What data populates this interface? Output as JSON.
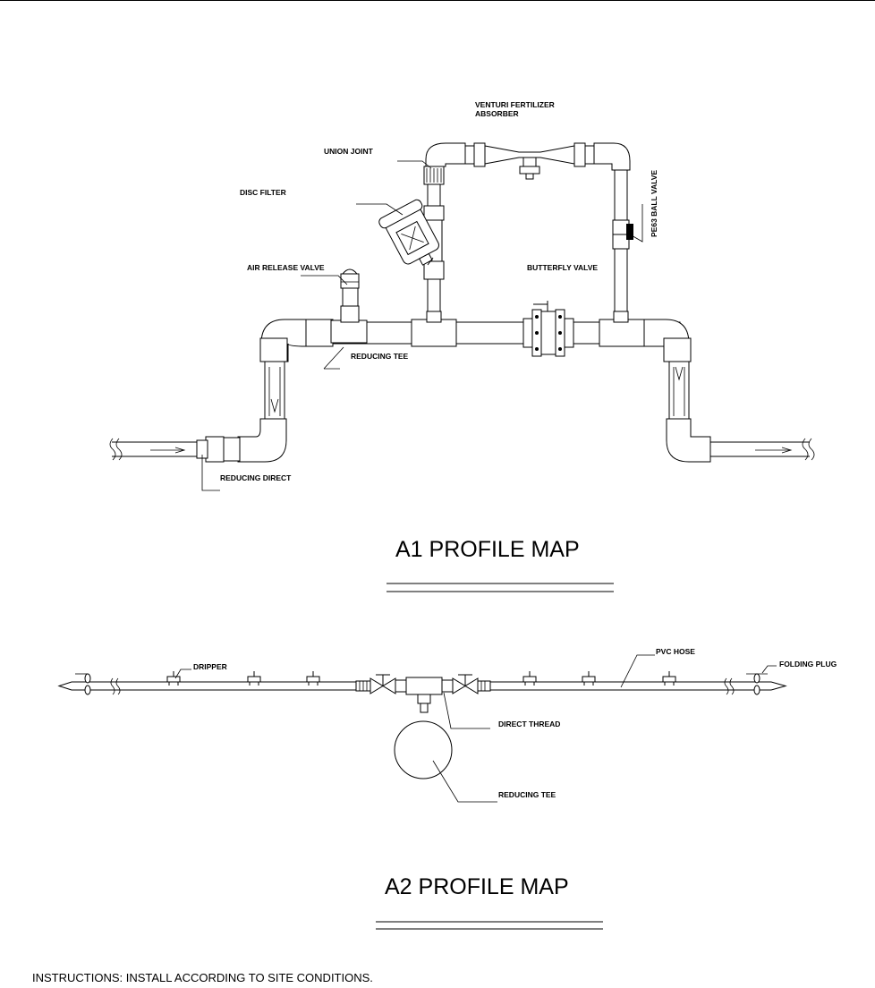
{
  "a1": {
    "title": "A1 PROFILE MAP",
    "labels": {
      "venturi_line1": "VENTURI FERTILIZER",
      "venturi_line2": "ABSORBER",
      "union_joint": "UNION JOINT",
      "disc_filter": "DISC FILTER",
      "ball_valve": "PE63  BALL VALVE",
      "air_release_valve": "AIR RELEASE VALVE",
      "butterfly_valve": "BUTTERFLY VALVE",
      "reducing_tee": "REDUCING TEE",
      "reducing_direct": "REDUCING DIRECT"
    }
  },
  "a2": {
    "title": "A2 PROFILE MAP",
    "labels": {
      "dripper": "DRIPPER",
      "pvc_hose": "PVC HOSE",
      "folding_plug": "FOLDING PLUG",
      "direct_thread": "DIRECT THREAD",
      "reducing_tee": "REDUCING TEE"
    }
  },
  "instructions": "INSTRUCTIONS: INSTALL ACCORDING TO SITE CONDITIONS."
}
